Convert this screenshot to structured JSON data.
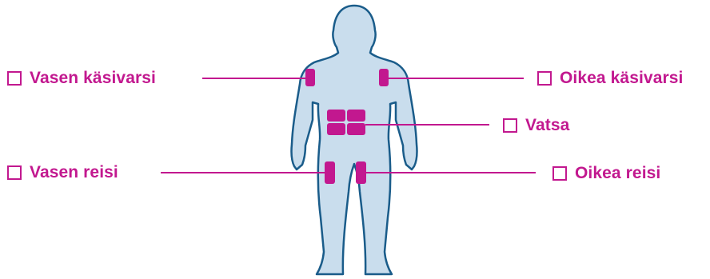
{
  "colors": {
    "accent": "#c2188f",
    "body_fill": "#c9dded",
    "body_outline": "#1a5c8a"
  },
  "sites": [
    {
      "id": "vasen-kasivarsi",
      "label": "Vasen käsivarsi",
      "checked": false
    },
    {
      "id": "oikea-kasivarsi",
      "label": "Oikea käsivarsi",
      "checked": false
    },
    {
      "id": "vatsa",
      "label": "Vatsa",
      "checked": false
    },
    {
      "id": "vasen-reisi",
      "label": "Vasen reisi",
      "checked": false
    },
    {
      "id": "oikea-reisi",
      "label": "Oikea reisi",
      "checked": false
    }
  ]
}
